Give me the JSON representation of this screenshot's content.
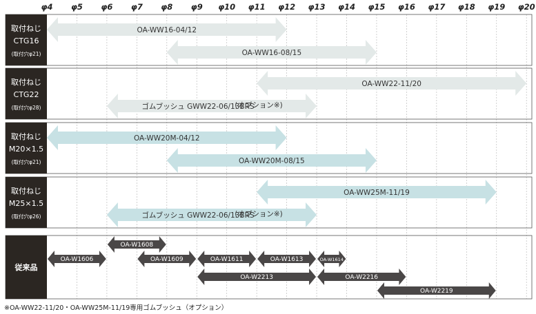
{
  "scale": {
    "prefix": "φ",
    "ticks": [
      "φ4",
      "φ5",
      "φ6",
      "φ7",
      "φ8",
      "φ9",
      "φ10",
      "φ11",
      "φ12",
      "φ13",
      "φ14",
      "φ15",
      "φ16",
      "φ17",
      "φ18",
      "φ19",
      "φ20"
    ],
    "tick_values": [
      4,
      5,
      6,
      7,
      8,
      9,
      10,
      11,
      12,
      13,
      14,
      15,
      16,
      17,
      18,
      19,
      20
    ]
  },
  "colors": {
    "label_bg": "#2b2622",
    "grey_arrow": "#e3e9e8",
    "blue_arrow": "#c7e1e4",
    "dark_arrow": "#4a4747",
    "grid": "#bdbdbd",
    "border": "#555555"
  },
  "groups": [
    {
      "label_lines": [
        "取付ねじ",
        "CTG16",
        "(取付穴φ21)"
      ],
      "bars": [
        {
          "label": "OA-WW16-04/12",
          "suffix": "",
          "from": 4,
          "to": 12,
          "style": "grey"
        },
        {
          "label": "OA-WW16-08/15",
          "suffix": "",
          "from": 8,
          "to": 15,
          "style": "grey"
        }
      ]
    },
    {
      "label_lines": [
        "取付ねじ",
        "CTG22",
        "(取付穴φ28)"
      ],
      "bars": [
        {
          "label": "OA-WW22-11/20",
          "suffix": "",
          "from": 11,
          "to": 20,
          "style": "grey"
        },
        {
          "label": "ゴムブッシュ GWW22-06/13BRS",
          "suffix": "(オプション※)",
          "from": 6,
          "to": 13,
          "style": "grey"
        }
      ]
    },
    {
      "label_lines": [
        "取付ねじ",
        "M20×1.5",
        "(取付穴φ21)"
      ],
      "bars": [
        {
          "label": "OA-WW20M-04/12",
          "suffix": "",
          "from": 4,
          "to": 12,
          "style": "blue"
        },
        {
          "label": "OA-WW20M-08/15",
          "suffix": "",
          "from": 8,
          "to": 15,
          "style": "blue"
        }
      ]
    },
    {
      "label_lines": [
        "取付ねじ",
        "M25×1.5",
        "(取付穴φ26)"
      ],
      "bars": [
        {
          "label": "OA-WW25M-11/19",
          "suffix": "",
          "from": 11,
          "to": 19,
          "style": "blue"
        },
        {
          "label": "ゴムブッシュ GWW22-06/13BRS",
          "suffix": "(オプション※)",
          "from": 6,
          "to": 13,
          "style": "blue"
        }
      ]
    }
  ],
  "legacy": {
    "label": "従来品",
    "bars": [
      {
        "label": "OA-W1608",
        "from": 6,
        "to": 8,
        "row": 0
      },
      {
        "label": "OA-W1606",
        "from": 4,
        "to": 6,
        "row": 1
      },
      {
        "label": "OA-W1609",
        "from": 7,
        "to": 9,
        "row": 1
      },
      {
        "label": "OA-W1611",
        "from": 9,
        "to": 11,
        "row": 1
      },
      {
        "label": "OA-W1613",
        "from": 11,
        "to": 13,
        "row": 1
      },
      {
        "label": "OA-W1614",
        "from": 13,
        "to": 14,
        "row": 1
      },
      {
        "label": "OA-W2213",
        "from": 9,
        "to": 13,
        "row": 2
      },
      {
        "label": "OA-W2216",
        "from": 13,
        "to": 16,
        "row": 2
      },
      {
        "label": "OA-W2219",
        "from": 15,
        "to": 19,
        "row": 3
      }
    ]
  },
  "footnote": "※OA-WW22-11/20・OA-WW25M-11/19専用ゴムブッシュ（オプション）"
}
